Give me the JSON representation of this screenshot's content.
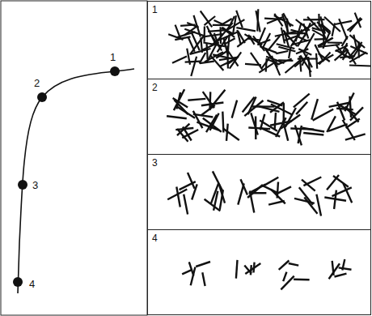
{
  "diagram": {
    "nodes": [
      {
        "text": [
          "1"
        ]
      },
      {
        "text": [
          "2"
        ]
      },
      {
        "text": [
          "3"
        ]
      },
      {
        "text": [
          "4"
        ]
      }
    ],
    "labels": [
      "1",
      "2",
      "3",
      "4"
    ]
  }
}
